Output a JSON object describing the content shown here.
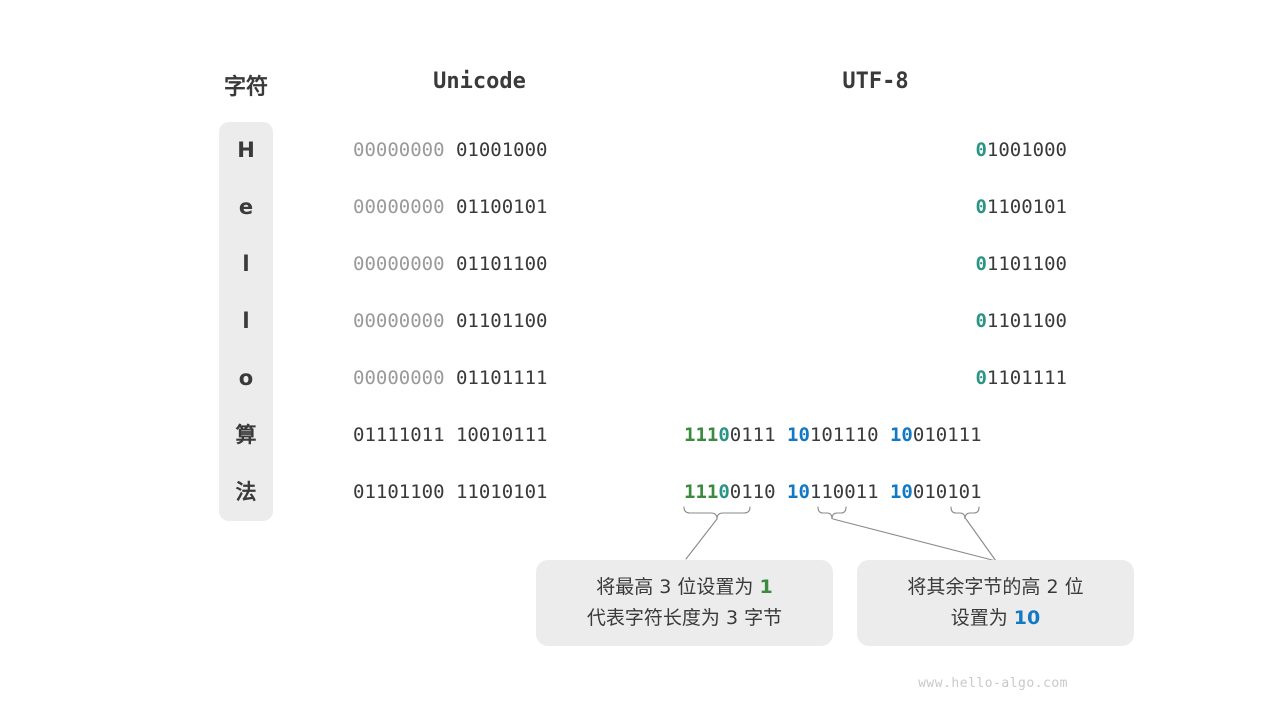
{
  "headers": {
    "character": "字符",
    "unicode": "Unicode",
    "utf8": "UTF-8"
  },
  "colors": {
    "panel_bg": "#ececec",
    "text_dark": "#3a3a3a",
    "text_dim": "#9a9a9a",
    "teal": "#2b9585",
    "green": "#3b8a3f",
    "blue": "#1279c4",
    "watermark": "#c9c9c9",
    "connector": "#8a8a8a"
  },
  "rows": [
    {
      "char": "H",
      "unicode_high": "00000000",
      "unicode_low": "01001000",
      "utf8_type": "ascii",
      "utf8_lead": "0",
      "utf8_rest": "1001000"
    },
    {
      "char": "e",
      "unicode_high": "00000000",
      "unicode_low": "01100101",
      "utf8_type": "ascii",
      "utf8_lead": "0",
      "utf8_rest": "1100101"
    },
    {
      "char": "l",
      "unicode_high": "00000000",
      "unicode_low": "01101100",
      "utf8_type": "ascii",
      "utf8_lead": "0",
      "utf8_rest": "1101100"
    },
    {
      "char": "l",
      "unicode_high": "00000000",
      "unicode_low": "01101100",
      "utf8_type": "ascii",
      "utf8_lead": "0",
      "utf8_rest": "1101100"
    },
    {
      "char": "o",
      "unicode_high": "00000000",
      "unicode_low": "01101111",
      "utf8_type": "ascii",
      "utf8_lead": "0",
      "utf8_rest": "1101111"
    },
    {
      "char": "算",
      "unicode_high": "01111011",
      "unicode_low": "10010111",
      "utf8_type": "cjk",
      "b1_green": "111",
      "b1_teal": "0",
      "b1_rest": "0111",
      "b2_blue": "10",
      "b2_rest": "101110",
      "b3_blue": "10",
      "b3_rest": "010111"
    },
    {
      "char": "法",
      "unicode_high": "01101100",
      "unicode_low": "11010101",
      "utf8_type": "cjk",
      "b1_green": "111",
      "b1_teal": "0",
      "b1_rest": "0110",
      "b2_blue": "10",
      "b2_rest": "110011",
      "b3_blue": "10",
      "b3_rest": "010101"
    }
  ],
  "callouts": {
    "left": {
      "line1_pre": "将最高 3 位设置为 ",
      "line1_hl": "1",
      "line2": "代表字符长度为 3 字节"
    },
    "right": {
      "line1": "将其余字节的高 2 位",
      "line2_pre": "设置为 ",
      "line2_hl": "10"
    }
  },
  "watermark": "www.hello-algo.com"
}
